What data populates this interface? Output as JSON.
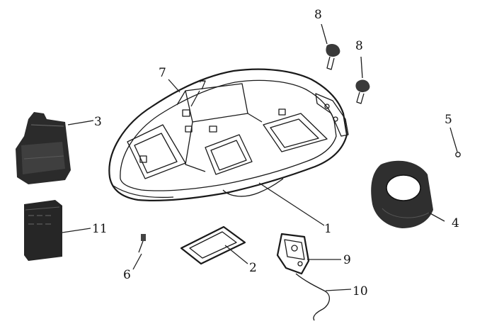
{
  "diagram": {
    "callouts": [
      {
        "id": "c1",
        "label": "1"
      },
      {
        "id": "c2",
        "label": "2"
      },
      {
        "id": "c3",
        "label": "3"
      },
      {
        "id": "c4",
        "label": "4"
      },
      {
        "id": "c5",
        "label": "5"
      },
      {
        "id": "c6",
        "label": "6"
      },
      {
        "id": "c7a",
        "label": "7"
      },
      {
        "id": "c7b",
        "label": "7"
      },
      {
        "id": "c8a",
        "label": "8"
      },
      {
        "id": "c8b",
        "label": "8"
      },
      {
        "id": "c9",
        "label": "9"
      },
      {
        "id": "c10",
        "label": "10"
      },
      {
        "id": "c11",
        "label": "11"
      }
    ]
  }
}
